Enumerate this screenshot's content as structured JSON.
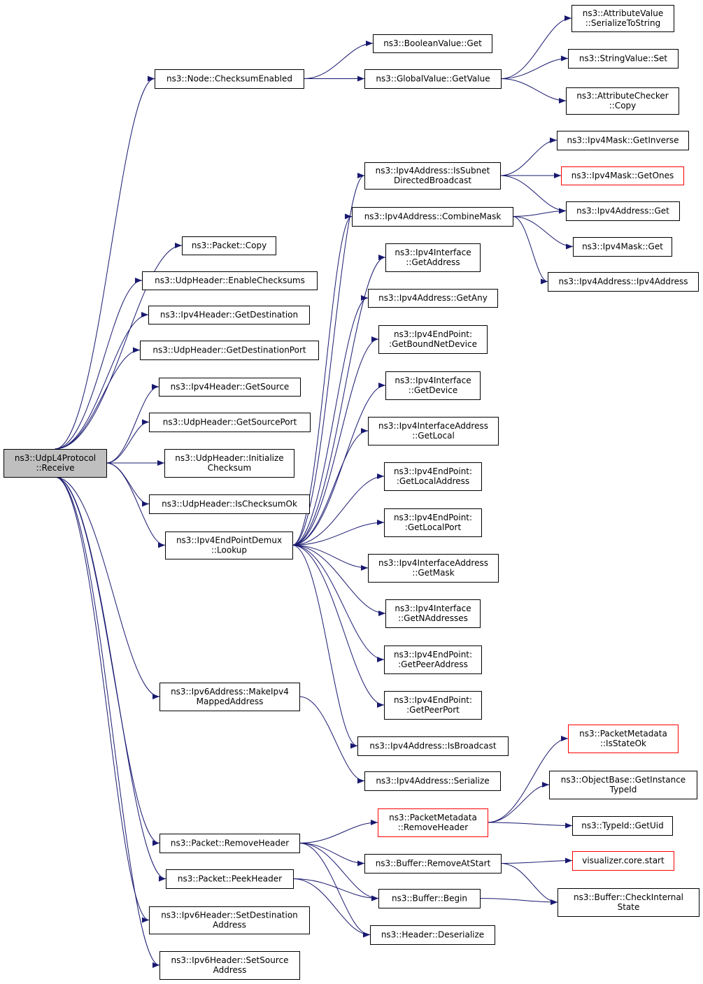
{
  "colors": {
    "edge": "#191970",
    "node_border": "#000000",
    "node_fill": "#ffffff",
    "root_fill": "#bfbfbf",
    "truncated_border": "#ff0000"
  },
  "nodes": {
    "root": {
      "lines": [
        "ns3::UdpL4Protocol",
        "::Receive"
      ],
      "root": true
    },
    "node_checksumenabled": {
      "lines": [
        "ns3::Node::ChecksumEnabled"
      ]
    },
    "booleanvalue_get": {
      "lines": [
        "ns3::BooleanValue::Get"
      ]
    },
    "globalvalue_getvalue": {
      "lines": [
        "ns3::GlobalValue::GetValue"
      ]
    },
    "attributevalue_serializetostring": {
      "lines": [
        "ns3::AttributeValue",
        "::SerializeToString"
      ]
    },
    "stringvalue_set": {
      "lines": [
        "ns3::StringValue::Set"
      ]
    },
    "attributechecker_copy": {
      "lines": [
        "ns3::AttributeChecker",
        "::Copy"
      ]
    },
    "ipv4mask_getinverse": {
      "lines": [
        "ns3::Ipv4Mask::GetInverse"
      ]
    },
    "ipv4address_issubnetdirectedbroadcast": {
      "lines": [
        "ns3::Ipv4Address::IsSubnet",
        "DirectedBroadcast"
      ]
    },
    "ipv4mask_getones": {
      "lines": [
        "ns3::Ipv4Mask::GetOnes"
      ],
      "truncated": true
    },
    "ipv4address_combinemask": {
      "lines": [
        "ns3::Ipv4Address::CombineMask"
      ]
    },
    "ipv4address_get": {
      "lines": [
        "ns3::Ipv4Address::Get"
      ]
    },
    "ipv4mask_get": {
      "lines": [
        "ns3::Ipv4Mask::Get"
      ]
    },
    "ipv4address_ipv4address": {
      "lines": [
        "ns3::Ipv4Address::Ipv4Address"
      ]
    },
    "packet_copy": {
      "lines": [
        "ns3::Packet::Copy"
      ]
    },
    "ipv4interface_getaddress": {
      "lines": [
        "ns3::Ipv4Interface",
        "::GetAddress"
      ]
    },
    "udpheader_enablechecksums": {
      "lines": [
        "ns3::UdpHeader::EnableChecksums"
      ]
    },
    "ipv4address_getany": {
      "lines": [
        "ns3::Ipv4Address::GetAny"
      ]
    },
    "ipv4header_getdestination": {
      "lines": [
        "ns3::Ipv4Header::GetDestination"
      ]
    },
    "ipv4endpoint_getboundnetdevice": {
      "lines": [
        "ns3::Ipv4EndPoint:",
        ":GetBoundNetDevice"
      ]
    },
    "udpheader_getdestinationport": {
      "lines": [
        "ns3::UdpHeader::GetDestinationPort"
      ]
    },
    "ipv4interface_getdevice": {
      "lines": [
        "ns3::Ipv4Interface",
        "::GetDevice"
      ]
    },
    "ipv4header_getsource": {
      "lines": [
        "ns3::Ipv4Header::GetSource"
      ]
    },
    "udpheader_getsourceport": {
      "lines": [
        "ns3::UdpHeader::GetSourcePort"
      ]
    },
    "ipv4interfaceaddress_getlocal": {
      "lines": [
        "ns3::Ipv4InterfaceAddress",
        "::GetLocal"
      ]
    },
    "udpheader_initializechecksum": {
      "lines": [
        "ns3::UdpHeader::Initialize",
        "Checksum"
      ]
    },
    "ipv4endpoint_getlocaladdress": {
      "lines": [
        "ns3::Ipv4EndPoint:",
        ":GetLocalAddress"
      ]
    },
    "udpheader_ischecksumok": {
      "lines": [
        "ns3::UdpHeader::IsChecksumOk"
      ]
    },
    "ipv4endpoint_getlocalport": {
      "lines": [
        "ns3::Ipv4EndPoint:",
        ":GetLocalPort"
      ]
    },
    "ipv4endpointdemux_lookup": {
      "lines": [
        "ns3::Ipv4EndPointDemux",
        "::Lookup"
      ]
    },
    "ipv4interfaceaddress_getmask": {
      "lines": [
        "ns3::Ipv4InterfaceAddress",
        "::GetMask"
      ]
    },
    "ipv4interface_getnaddresses": {
      "lines": [
        "ns3::Ipv4Interface",
        "::GetNAddresses"
      ]
    },
    "ipv4endpoint_getpeeraddress": {
      "lines": [
        "ns3::Ipv4EndPoint:",
        ":GetPeerAddress"
      ]
    },
    "ipv6address_makeipv4mappedaddress": {
      "lines": [
        "ns3::Ipv6Address::MakeIpv4",
        "MappedAddress"
      ]
    },
    "ipv4endpoint_getpeerport": {
      "lines": [
        "ns3::Ipv4EndPoint:",
        ":GetPeerPort"
      ]
    },
    "ipv4address_isbroadcast": {
      "lines": [
        "ns3::Ipv4Address::IsBroadcast"
      ]
    },
    "packetmetadata_isstateok": {
      "lines": [
        "ns3::PacketMetadata",
        "::IsStateOk"
      ],
      "truncated": true
    },
    "ipv4address_serialize": {
      "lines": [
        "ns3::Ipv4Address::Serialize"
      ]
    },
    "objectbase_getinstancetypeid": {
      "lines": [
        "ns3::ObjectBase::GetInstance",
        "TypeId"
      ]
    },
    "packetmetadata_removeheader": {
      "lines": [
        "ns3::PacketMetadata",
        "::RemoveHeader"
      ],
      "truncated": true
    },
    "typeid_getuid": {
      "lines": [
        "ns3::TypeId::GetUid"
      ]
    },
    "packet_removeheader": {
      "lines": [
        "ns3::Packet::RemoveHeader"
      ]
    },
    "visualizer_core_start": {
      "lines": [
        "visualizer.core.start"
      ],
      "truncated": true
    },
    "buffer_removeatstart": {
      "lines": [
        "ns3::Buffer::RemoveAtStart"
      ]
    },
    "packet_peekheader": {
      "lines": [
        "ns3::Packet::PeekHeader"
      ]
    },
    "buffer_begin": {
      "lines": [
        "ns3::Buffer::Begin"
      ]
    },
    "buffer_checkinternalstate": {
      "lines": [
        "ns3::Buffer::CheckInternal",
        "State"
      ]
    },
    "ipv6header_setdestinationaddress": {
      "lines": [
        "ns3::Ipv6Header::SetDestination",
        "Address"
      ]
    },
    "header_deserialize": {
      "lines": [
        "ns3::Header::Deserialize"
      ]
    },
    "ipv6header_setsourceaddress": {
      "lines": [
        "ns3::Ipv6Header::SetSource",
        "Address"
      ]
    }
  },
  "edges": [
    [
      "root",
      "node_checksumenabled"
    ],
    [
      "root",
      "packet_copy"
    ],
    [
      "root",
      "udpheader_enablechecksums"
    ],
    [
      "root",
      "ipv4header_getdestination"
    ],
    [
      "root",
      "udpheader_getdestinationport"
    ],
    [
      "root",
      "ipv4header_getsource"
    ],
    [
      "root",
      "udpheader_getsourceport"
    ],
    [
      "root",
      "udpheader_initializechecksum"
    ],
    [
      "root",
      "udpheader_ischecksumok"
    ],
    [
      "root",
      "ipv4endpointdemux_lookup"
    ],
    [
      "root",
      "ipv6address_makeipv4mappedaddress"
    ],
    [
      "root",
      "packet_removeheader"
    ],
    [
      "root",
      "packet_peekheader"
    ],
    [
      "root",
      "ipv6header_setdestinationaddress"
    ],
    [
      "root",
      "ipv6header_setsourceaddress"
    ],
    [
      "node_checksumenabled",
      "booleanvalue_get"
    ],
    [
      "node_checksumenabled",
      "globalvalue_getvalue"
    ],
    [
      "globalvalue_getvalue",
      "attributevalue_serializetostring"
    ],
    [
      "globalvalue_getvalue",
      "stringvalue_set"
    ],
    [
      "globalvalue_getvalue",
      "attributechecker_copy"
    ],
    [
      "ipv4address_issubnetdirectedbroadcast",
      "ipv4mask_getinverse"
    ],
    [
      "ipv4address_issubnetdirectedbroadcast",
      "ipv4mask_getones"
    ],
    [
      "ipv4address_issubnetdirectedbroadcast",
      "ipv4address_get"
    ],
    [
      "ipv4address_combinemask",
      "ipv4address_get"
    ],
    [
      "ipv4address_combinemask",
      "ipv4mask_get"
    ],
    [
      "ipv4address_combinemask",
      "ipv4address_ipv4address"
    ],
    [
      "ipv4endpointdemux_lookup",
      "ipv4address_issubnetdirectedbroadcast"
    ],
    [
      "ipv4endpointdemux_lookup",
      "ipv4address_combinemask"
    ],
    [
      "ipv4endpointdemux_lookup",
      "ipv4interface_getaddress"
    ],
    [
      "ipv4endpointdemux_lookup",
      "ipv4address_getany"
    ],
    [
      "ipv4endpointdemux_lookup",
      "ipv4endpoint_getboundnetdevice"
    ],
    [
      "ipv4endpointdemux_lookup",
      "ipv4interface_getdevice"
    ],
    [
      "ipv4endpointdemux_lookup",
      "ipv4interfaceaddress_getlocal"
    ],
    [
      "ipv4endpointdemux_lookup",
      "ipv4endpoint_getlocaladdress"
    ],
    [
      "ipv4endpointdemux_lookup",
      "ipv4endpoint_getlocalport"
    ],
    [
      "ipv4endpointdemux_lookup",
      "ipv4interfaceaddress_getmask"
    ],
    [
      "ipv4endpointdemux_lookup",
      "ipv4interface_getnaddresses"
    ],
    [
      "ipv4endpointdemux_lookup",
      "ipv4endpoint_getpeeraddress"
    ],
    [
      "ipv4endpointdemux_lookup",
      "ipv4endpoint_getpeerport"
    ],
    [
      "ipv4endpointdemux_lookup",
      "ipv4address_isbroadcast"
    ],
    [
      "ipv6address_makeipv4mappedaddress",
      "ipv4address_serialize"
    ],
    [
      "packet_removeheader",
      "packetmetadata_removeheader"
    ],
    [
      "packet_removeheader",
      "buffer_removeatstart"
    ],
    [
      "packet_removeheader",
      "buffer_begin"
    ],
    [
      "packet_removeheader",
      "header_deserialize"
    ],
    [
      "packetmetadata_removeheader",
      "packetmetadata_isstateok"
    ],
    [
      "packetmetadata_removeheader",
      "objectbase_getinstancetypeid"
    ],
    [
      "packetmetadata_removeheader",
      "typeid_getuid"
    ],
    [
      "buffer_removeatstart",
      "visualizer_core_start"
    ],
    [
      "buffer_removeatstart",
      "buffer_checkinternalstate"
    ],
    [
      "packet_peekheader",
      "buffer_begin"
    ],
    [
      "packet_peekheader",
      "header_deserialize"
    ],
    [
      "buffer_begin",
      "buffer_checkinternalstate"
    ]
  ]
}
